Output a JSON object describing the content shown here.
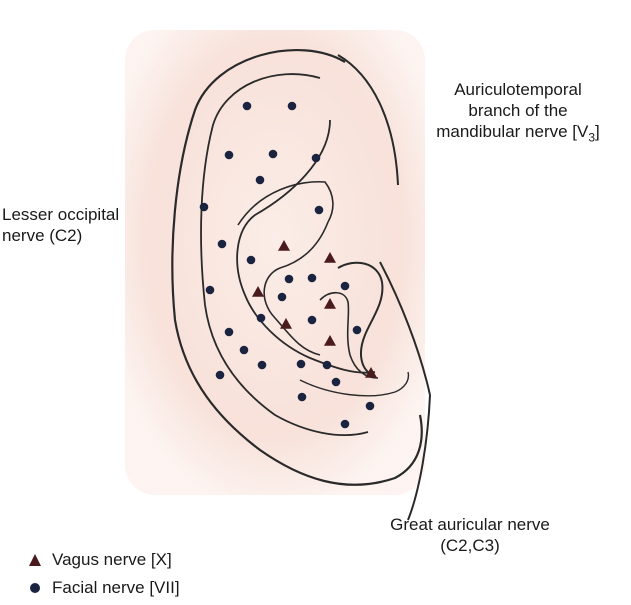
{
  "labels": {
    "auriculotemporal": {
      "line1": "Auriculotemporal",
      "line2": "branch of the",
      "line3": "mandibular nerve [V",
      "sub": "3",
      "close": "]"
    },
    "lesser_occipital": {
      "line1": "Lesser occipital",
      "line2": "nerve (C2)"
    },
    "great_auricular": {
      "line1": "Great auricular nerve",
      "line2": "(C2,C3)"
    }
  },
  "legend": [
    {
      "symbol": "triangle",
      "label": "Vagus nerve [X]",
      "color": "#4a1a1f"
    },
    {
      "symbol": "dot",
      "label": "Facial nerve [VII]",
      "color": "#1a2340"
    }
  ],
  "colors": {
    "outline": "#2a2a2a",
    "skin": "#f8e6df",
    "vagus": "#4a1a1f",
    "facial": "#1a2340"
  }
}
